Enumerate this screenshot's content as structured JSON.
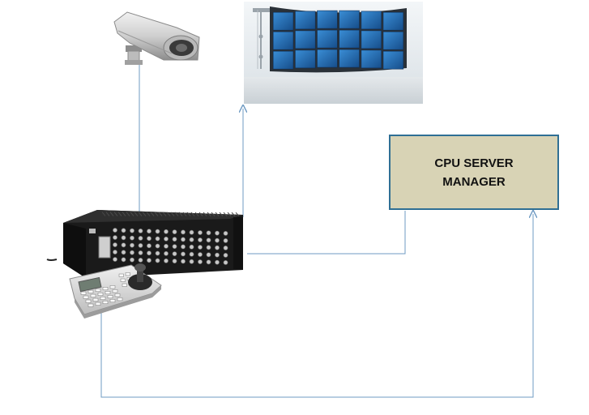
{
  "diagram": {
    "nodes": {
      "camera": {
        "icon": "cctv-camera-icon"
      },
      "video_wall": {
        "icon": "video-wall-icon",
        "grid_rows": 3,
        "grid_cols": 6
      },
      "matrix_switcher": {
        "icon": "video-matrix-switcher-icon"
      },
      "keyboard_controller": {
        "icon": "ptz-keyboard-joystick-icon"
      },
      "server": {
        "label_line1": "CPU SERVER",
        "label_line2": "MANAGER"
      }
    },
    "edges": [
      {
        "from": "matrix_switcher",
        "to": "camera",
        "arrow": false
      },
      {
        "from": "matrix_switcher",
        "to": "video_wall",
        "arrow": true
      },
      {
        "from": "matrix_switcher",
        "to": "server",
        "arrow": false
      },
      {
        "from": "keyboard_controller",
        "to": "server",
        "arrow": true
      }
    ],
    "colors": {
      "connector": "#6f9bc3",
      "server_fill": "#d8d3b5",
      "server_border": "#2f6f94",
      "screen": "#1f63a8",
      "device_body": "#161616"
    }
  }
}
